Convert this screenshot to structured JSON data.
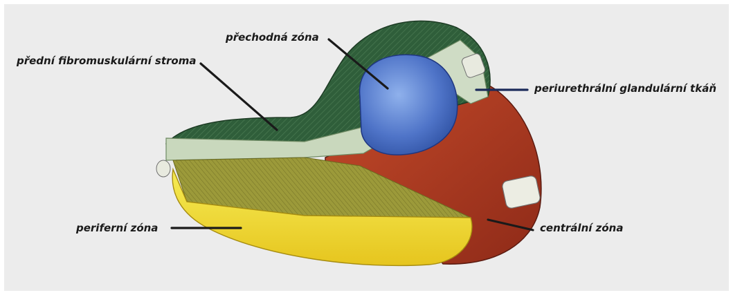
{
  "labels": {
    "anterior_stroma": "přední fibromuskulární stroma",
    "transition_zone": "přechodná zóna",
    "periurethral_tissue": "periurethrální glandulární tkáň",
    "peripheral_zone": "periferní zóna",
    "central_zone": "centrální zóna"
  },
  "colors": {
    "background": "#ececec",
    "anterior_stroma": "#2f5e3a",
    "transition_zone": "#4f74c8",
    "central_zone": "#b23a22",
    "peripheral_zone": "#f2e22e",
    "urethra": "#c9d8bd",
    "leader_line": "#1a1a1a",
    "periurethral_leader": "#1b2a5a"
  }
}
